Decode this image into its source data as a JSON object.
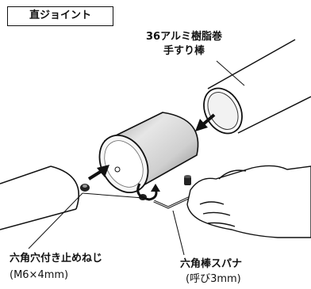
{
  "title": "直ジョイント",
  "labels": {
    "rail_line1": "36アルミ樹脂巻",
    "rail_line2": "手すり棒",
    "screw_line1": "六角穴付き止めねじ",
    "screw_line2": "(M6×4mm)",
    "wrench_line1": "六角棒スパナ",
    "wrench_line2": "(呼び3mm)"
  }
}
